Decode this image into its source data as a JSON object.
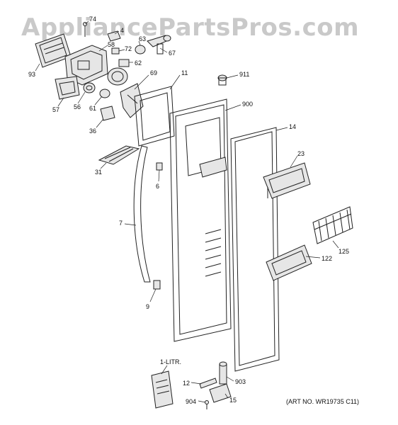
{
  "watermark": "AppliancePartsPros.com",
  "art_number": "(ART NO. WR19735 C11)",
  "labels": [
    {
      "id": "74",
      "text": "74"
    },
    {
      "id": "4",
      "text": "4"
    },
    {
      "id": "58",
      "text": "58"
    },
    {
      "id": "63",
      "text": "63"
    },
    {
      "id": "72",
      "text": "72"
    },
    {
      "id": "67",
      "text": "67"
    },
    {
      "id": "62",
      "text": "62"
    },
    {
      "id": "93",
      "text": "93"
    },
    {
      "id": "69",
      "text": "69"
    },
    {
      "id": "11",
      "text": "11"
    },
    {
      "id": "911",
      "text": "911"
    },
    {
      "id": "57",
      "text": "57"
    },
    {
      "id": "56",
      "text": "56"
    },
    {
      "id": "61",
      "text": "61"
    },
    {
      "id": "900",
      "text": "900"
    },
    {
      "id": "36",
      "text": "36"
    },
    {
      "id": "14",
      "text": "14"
    },
    {
      "id": "23",
      "text": "23"
    },
    {
      "id": "31",
      "text": "31"
    },
    {
      "id": "6",
      "text": "6"
    },
    {
      "id": "7",
      "text": "7"
    },
    {
      "id": "125",
      "text": "125"
    },
    {
      "id": "122",
      "text": "122"
    },
    {
      "id": "9",
      "text": "9"
    },
    {
      "id": "1-litr",
      "text": "1-LITR."
    },
    {
      "id": "12",
      "text": "12"
    },
    {
      "id": "903",
      "text": "903"
    },
    {
      "id": "904",
      "text": "904"
    },
    {
      "id": "15",
      "text": "15"
    }
  ]
}
